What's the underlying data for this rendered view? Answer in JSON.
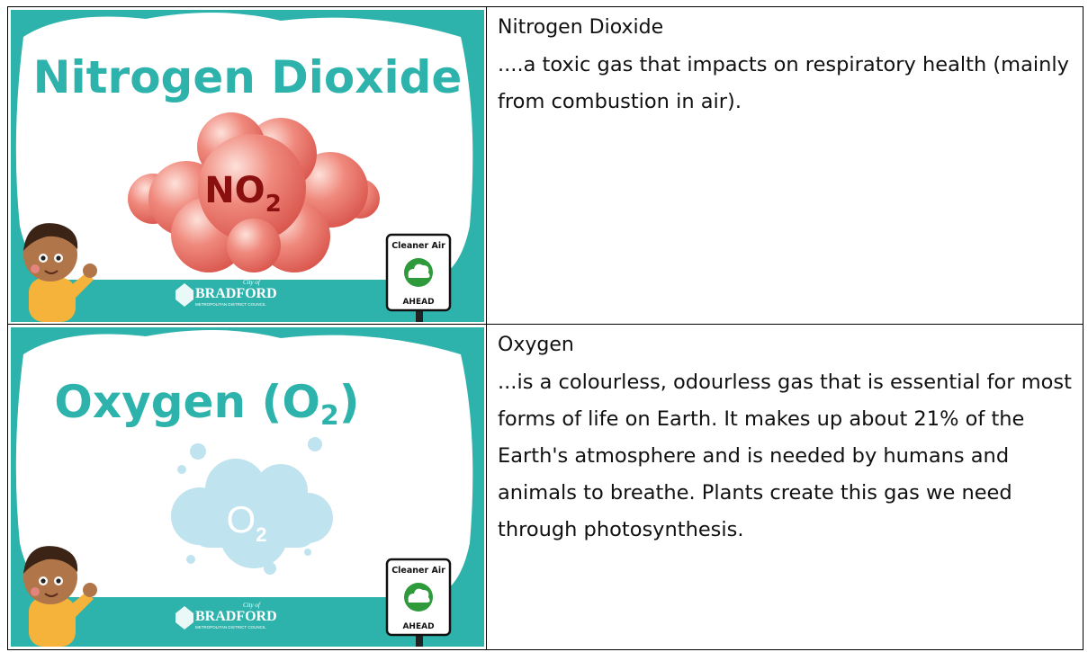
{
  "rows": [
    {
      "poster": {
        "heading": "Nitrogen Dioxide",
        "formula_main": "NO",
        "formula_sub": "2",
        "sign_top": "Cleaner Air",
        "sign_bottom": "AHEAD",
        "council_small": "City of",
        "council_name": "BRADFORD",
        "council_sub": "METROPOLITAN DISTRICT COUNCIL"
      },
      "title": "Nitrogen Dioxide",
      "description": "....a  toxic gas that impacts on respiratory health (mainly from combustion in air)."
    },
    {
      "poster": {
        "heading_main": "Oxygen (O",
        "heading_sub": "2",
        "heading_close": ")",
        "formula_main": "O",
        "formula_sub": "2",
        "sign_top": "Cleaner Air",
        "sign_bottom": "AHEAD",
        "council_small": "City of",
        "council_name": "BRADFORD",
        "council_sub": "METROPOLITAN DISTRICT COUNCIL"
      },
      "title": "Oxygen",
      "description": "...is a colourless, odourless gas that is essential for most forms of life on Earth. It makes up about 21% of the Earth's atmosphere and is needed by humans and animals to breathe. Plants create this gas we need through photosynthesis."
    }
  ],
  "colors": {
    "teal": "#2eb3ac",
    "no2_sphere": "#e8766c",
    "no2_text": "#8a1010",
    "o2_cloud": "#bfe3ef",
    "sign_green": "#2e9a3c"
  }
}
